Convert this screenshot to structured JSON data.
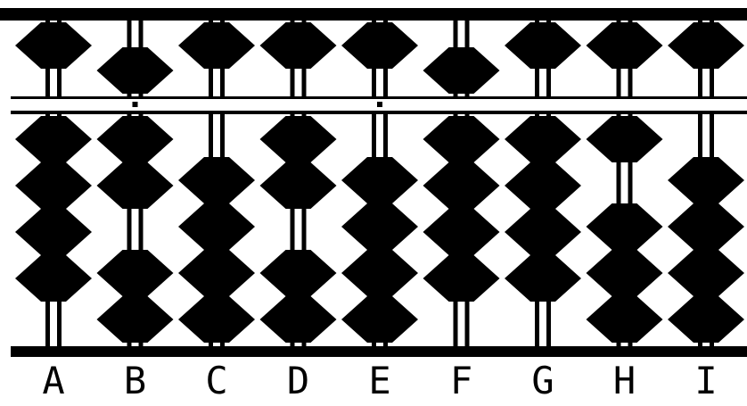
{
  "colors": {
    "foreground": "#000000",
    "background": "#ffffff"
  },
  "rods": [
    {
      "label": "A",
      "heaven_bead_lowered": false,
      "earth_beads_raised": 4,
      "unit_dot": false
    },
    {
      "label": "B",
      "heaven_bead_lowered": true,
      "earth_beads_raised": 2,
      "unit_dot": true
    },
    {
      "label": "C",
      "heaven_bead_lowered": false,
      "earth_beads_raised": 0,
      "unit_dot": false
    },
    {
      "label": "D",
      "heaven_bead_lowered": false,
      "earth_beads_raised": 2,
      "unit_dot": false
    },
    {
      "label": "E",
      "heaven_bead_lowered": false,
      "earth_beads_raised": 0,
      "unit_dot": true
    },
    {
      "label": "F",
      "heaven_bead_lowered": true,
      "earth_beads_raised": 4,
      "unit_dot": false
    },
    {
      "label": "G",
      "heaven_bead_lowered": false,
      "earth_beads_raised": 4,
      "unit_dot": false
    },
    {
      "label": "H",
      "heaven_bead_lowered": false,
      "earth_beads_raised": 1,
      "unit_dot": false
    },
    {
      "label": "I",
      "heaven_bead_lowered": false,
      "earth_beads_raised": 0,
      "unit_dot": false
    }
  ]
}
